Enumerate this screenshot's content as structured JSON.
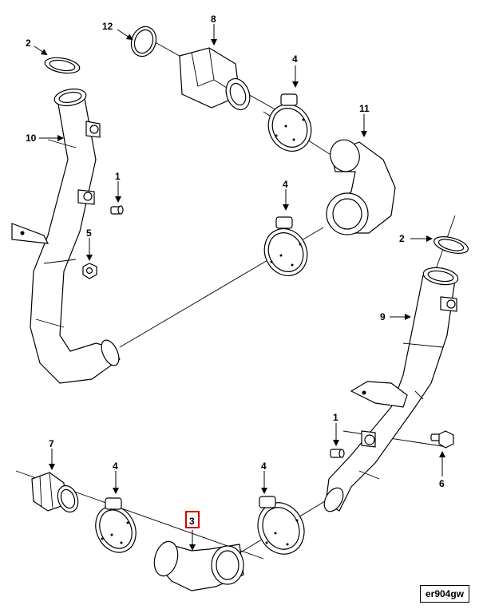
{
  "diagram": {
    "reference": "er904gw",
    "highlight_color": "#d40000",
    "callouts": {
      "c1a": "1",
      "c1b": "1",
      "c2a": "2",
      "c2b": "2",
      "c3": "3",
      "c4a": "4",
      "c4b": "4",
      "c4c": "4",
      "c4d": "4",
      "c5": "5",
      "c6": "6",
      "c7": "7",
      "c8": "8",
      "c9": "9",
      "c10": "10",
      "c11": "11",
      "c12": "12"
    }
  }
}
